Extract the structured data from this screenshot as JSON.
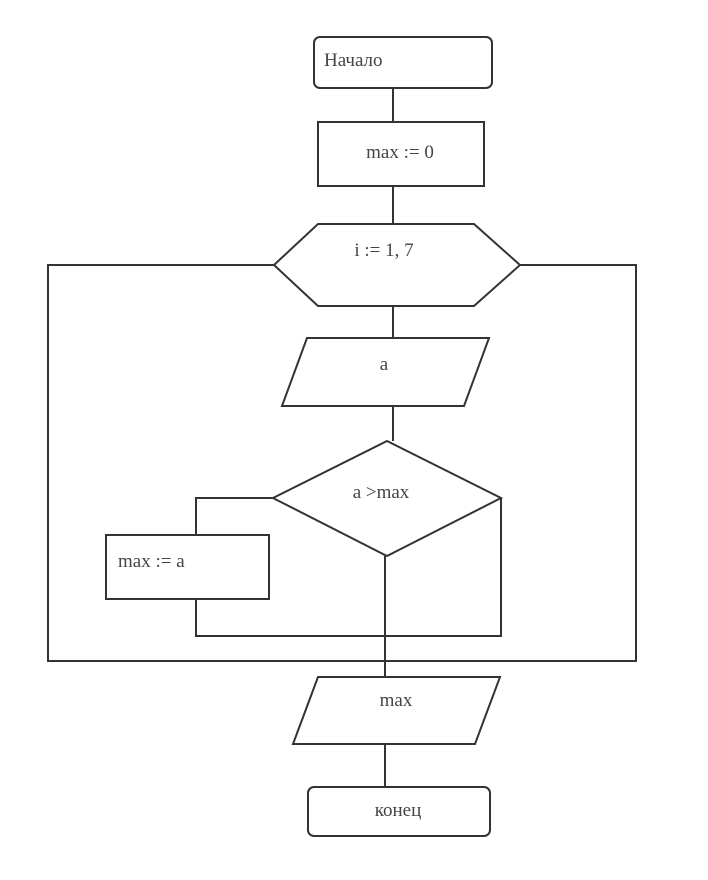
{
  "flowchart": {
    "start": "Начало",
    "init": "max := 0",
    "loop": "i := 1, 7",
    "input": "a",
    "condition": "a >max",
    "assign": "max := a",
    "output": "max",
    "end": "конец"
  },
  "colors": {
    "stroke": "#333333",
    "text": "#444444",
    "background": "#ffffff"
  }
}
